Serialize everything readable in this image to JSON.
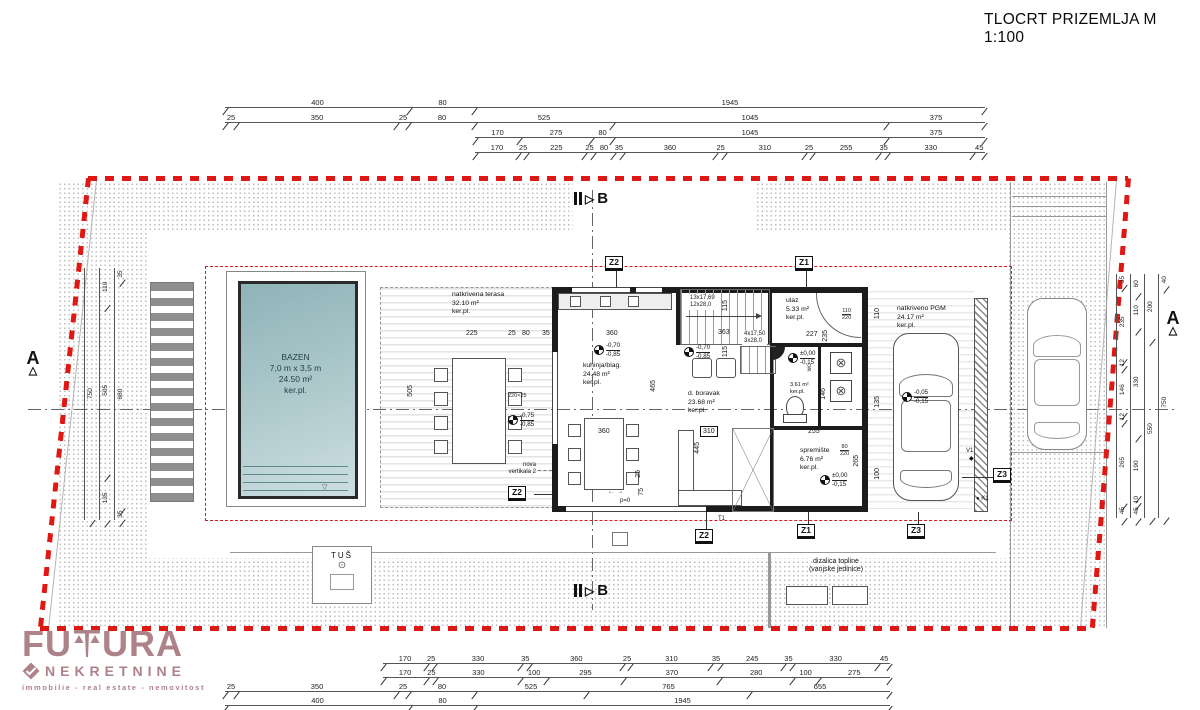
{
  "title": "TLOCRT PRIZEMLJA M 1:100",
  "logo": {
    "brand_left": "FU",
    "brand_right": "URA",
    "brand_sub": "NEKRETNINE",
    "tagline": "immobilie  -  real estate  -  nemovitost",
    "color": "#ad8289"
  },
  "colors": {
    "boundary_red": "#e01813",
    "pool_teal": "#9fc0c4",
    "wall_black": "#1c1c1c"
  },
  "pool": {
    "name": "BAZEN",
    "dims": "7,0 m x 3,5 m",
    "area": "24.50 m²",
    "floor": "ker.pl."
  },
  "rooms": {
    "terasa": {
      "name": "natkrivena terasa",
      "area": "32.10 m²",
      "floor": "ker.pl."
    },
    "kuhinja": {
      "name": "kuhinja/blag.",
      "area": "24.48 m²",
      "floor": "ker.pl."
    },
    "boravak": {
      "name": "d. boravak",
      "area": "23.68 m²",
      "floor": "ker.pl."
    },
    "ulaz": {
      "name": "ulaz",
      "area": "5.33 m²",
      "floor": "ker.pl."
    },
    "wc": {
      "name": "wc",
      "area": "3.61 m²",
      "floor": "ker.pl."
    },
    "spremiste": {
      "name": "spremište",
      "area": "6.76 m²",
      "floor": "ker.pl."
    },
    "pgm": {
      "name": "natkriveno PGM",
      "area": "24.17 m²",
      "floor": "ker.pl."
    }
  },
  "levels": {
    "kuhinja": {
      "a": "-0,70",
      "b": "-0,85"
    },
    "boravak": {
      "a": "-0,70",
      "b": "-0,85"
    },
    "ulaz": {
      "a": "±0,00",
      "b": "-0,15"
    },
    "terasa": {
      "a": "-0,75",
      "b": "-0,85"
    },
    "spremiste": {
      "a": "±0,00",
      "b": "-0,15"
    },
    "pgm": {
      "a": "-0,05",
      "b": "-0,15"
    }
  },
  "stairs": {
    "main_a": "13x17,69",
    "main_b": "12x28,0",
    "small_a": "4x17,50",
    "small_b": "3x28,0"
  },
  "markers": {
    "z1": "Z1",
    "z2": "Z2",
    "z3": "Z3",
    "v1": "V1",
    "k1": "K1",
    "t1": "T1",
    "a": "A",
    "b": "B"
  },
  "annotations": {
    "tus": "TUŠ",
    "heatpump_1": "dizalica topline",
    "heatpump_2": "(vanjske jedinice)",
    "nova_1": "nova",
    "nova_2": "vertikala 2",
    "p0": "p=0",
    "box_310": "310",
    "win_110_220_top": "110",
    "win_110_220_bot": "220",
    "win_80_220_top": "80",
    "win_80_220_bot": "220",
    "win_220x25": "220×25"
  },
  "dims": {
    "top": [
      [
        "400",
        "80",
        "1945"
      ],
      [
        "25",
        "350",
        "25",
        "80",
        "525",
        "1045",
        "375"
      ],
      [
        "170",
        "275",
        "80",
        "1045",
        "375"
      ],
      [
        "170",
        "25",
        "225",
        "25",
        "80",
        "35",
        "360",
        "25",
        "310",
        "25",
        "255",
        "35",
        "330",
        "45"
      ]
    ],
    "bottom": [
      [
        "170",
        "25",
        "330",
        "35",
        "360",
        "25",
        "310",
        "35",
        "245",
        "35",
        "330",
        "45"
      ],
      [
        "170",
        "25",
        "330",
        "100",
        "295",
        "370",
        "280",
        "100",
        "275"
      ],
      [
        "25",
        "350",
        "25",
        "80",
        "525",
        "765",
        "655"
      ],
      [
        "400",
        "80",
        "1945"
      ]
    ],
    "left": [
      [
        "110",
        "505",
        "135"
      ],
      [
        "35",
        "680",
        "35"
      ],
      [
        "750"
      ]
    ],
    "right": [
      [
        "35",
        "235",
        "12",
        "146",
        "12",
        "265",
        "45"
      ],
      [
        "60",
        "110",
        "330",
        "190",
        "10",
        "45"
      ],
      [
        "200",
        "550"
      ],
      [
        "40",
        "750"
      ]
    ],
    "inner": {
      "i505": "505",
      "i225": "225",
      "i25a": "25",
      "i80": "80",
      "i35": "35",
      "i360a": "360",
      "i115a": "115",
      "i115b": "115",
      "i363": "363",
      "i227": "227",
      "i235": "235",
      "i465": "465",
      "i360b": "360",
      "i445": "445",
      "i255": "255",
      "i265": "265",
      "i146": "146",
      "i75": "75",
      "i25b": "25",
      "p110": "110",
      "p135": "135",
      "p100": "100"
    }
  }
}
